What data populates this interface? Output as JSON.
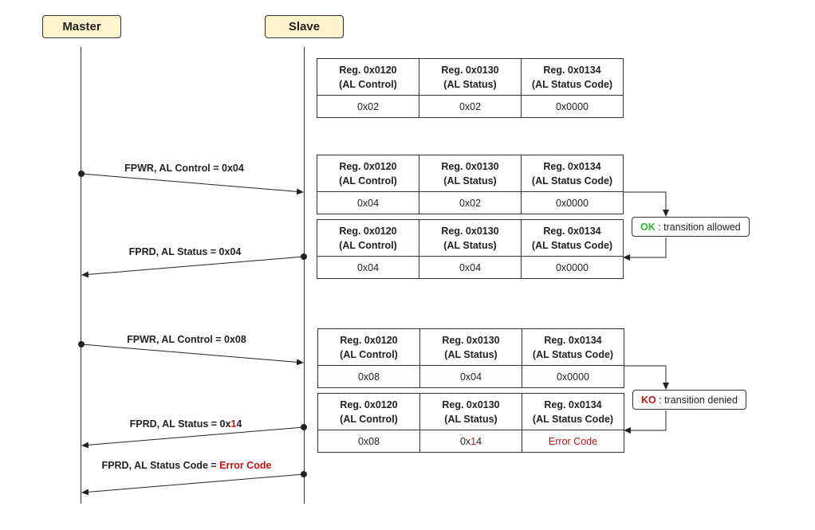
{
  "actors": {
    "master": "Master",
    "slave": "Slave"
  },
  "messages": [
    {
      "text": "FPWR, AL Control = 0x04"
    },
    {
      "text": "FPRD, AL Status = 0x04"
    },
    {
      "text": "FPWR, AL Control = 0x08"
    },
    {
      "prefix": "FPRD, AL Status = 0x",
      "red": "1",
      "suffix": "4"
    },
    {
      "prefix": "FPRD, AL Status Code = ",
      "red": "Error Code"
    }
  ],
  "register_headers": [
    {
      "line1": "Reg. 0x0120",
      "line2": "(AL Control)"
    },
    {
      "line1": "Reg. 0x0130",
      "line2": "(AL Status)"
    },
    {
      "line1": "Reg. 0x0134",
      "line2": "(AL Status Code)"
    }
  ],
  "tables": [
    {
      "values": [
        "0x02",
        "0x02",
        "0x0000"
      ]
    },
    {
      "values": [
        "0x04",
        "0x02",
        "0x0000"
      ]
    },
    {
      "values": [
        "0x04",
        "0x04",
        "0x0000"
      ]
    },
    {
      "values": [
        "0x08",
        "0x04",
        "0x0000"
      ]
    },
    {
      "values": [
        {
          "text": "0x08"
        },
        {
          "prefix": "0x",
          "red": "1",
          "suffix": "4"
        },
        {
          "red": "Error Code"
        }
      ]
    }
  ],
  "notes": [
    {
      "status": "OK",
      "text": " : transition allowed",
      "status_color": "#2db52d"
    },
    {
      "status": "KO",
      "text": " : transition denied",
      "status_color": "#cc1111"
    }
  ]
}
